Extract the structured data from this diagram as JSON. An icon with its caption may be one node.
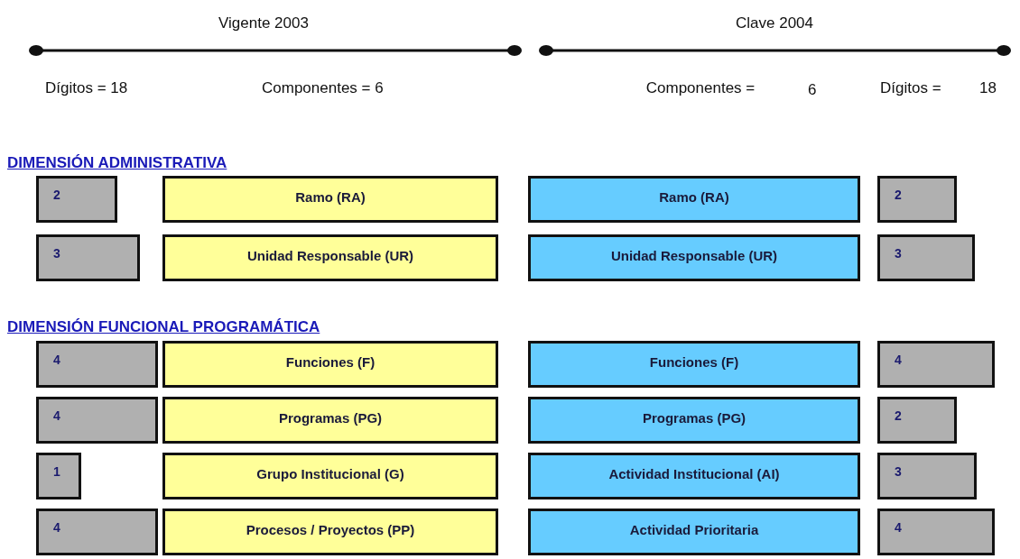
{
  "diagram": {
    "nodes": [
      {
        "text": [
          "2"
        ]
      },
      {
        "text": [
          "Ramo (RA)"
        ]
      },
      {
        "text": [
          "Ramo (RA)"
        ]
      },
      {
        "text": [
          "2"
        ]
      },
      {
        "text": [
          "3"
        ]
      },
      {
        "text": [
          "Unidad Responsable (UR)"
        ]
      },
      {
        "text": [
          "Unidad Responsable (UR)"
        ]
      },
      {
        "text": [
          "3"
        ]
      },
      {
        "text": [
          "4"
        ]
      },
      {
        "text": [
          "Funciones (F)"
        ]
      },
      {
        "text": [
          "Funciones (F)"
        ]
      },
      {
        "text": [
          "4"
        ]
      },
      {
        "text": [
          "4"
        ]
      },
      {
        "text": [
          "Programas (PG)"
        ]
      },
      {
        "text": [
          "Programas (PG)"
        ]
      },
      {
        "text": [
          "2"
        ]
      },
      {
        "text": [
          "1"
        ]
      },
      {
        "text": [
          "Grupo Institucional (G)"
        ]
      },
      {
        "text": [
          "Actividad Institucional (AI)"
        ]
      },
      {
        "text": [
          "3"
        ]
      },
      {
        "text": [
          "4"
        ]
      },
      {
        "text": [
          "Procesos / Proyectos (PP)"
        ]
      },
      {
        "text": [
          "Actividad Prioritaria"
        ]
      },
      {
        "text": [
          "4"
        ]
      }
    ],
    "labels": [
      "Vigente 2003",
      "Clave 2004",
      "Dígitos = 18",
      "Componentes = 6",
      "Componentes =",
      "6",
      "Dígitos =",
      "18",
      "DIMENSIÓN ADMINISTRATIVA",
      "DIMENSIÓN FUNCIONAL PROGRAMÁTICA"
    ]
  }
}
